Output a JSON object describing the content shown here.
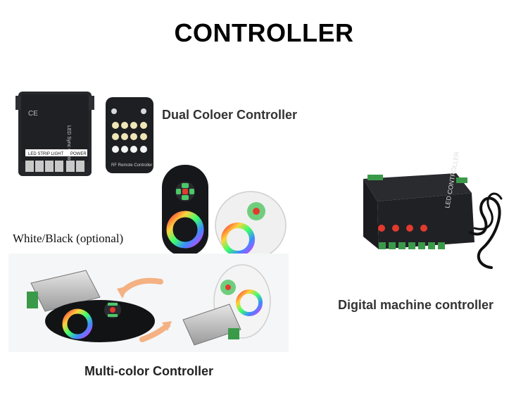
{
  "page": {
    "title": "CONTROLLER"
  },
  "sections": {
    "dual": {
      "caption": "Dual Coloer Controller"
    },
    "white_black": {
      "caption": "White/Black (optional)"
    },
    "multi": {
      "caption": "Multi-color Controller"
    },
    "digital": {
      "caption": "Digital machine controller"
    }
  },
  "device_labels": {
    "dual_controller_panel": "LED Sync Controller",
    "led_strip_light": "LED STRIP LIGHT",
    "power": "POWER",
    "remote": "RF Remote Controller",
    "digital_panel": "LED CONTROLLER"
  },
  "colors": {
    "device_black": "#1e1f22",
    "device_white": "#eeeeee",
    "key_green": "#4cc86a",
    "key_red": "#e23a2e",
    "arrow_orange": "#f4b183"
  }
}
